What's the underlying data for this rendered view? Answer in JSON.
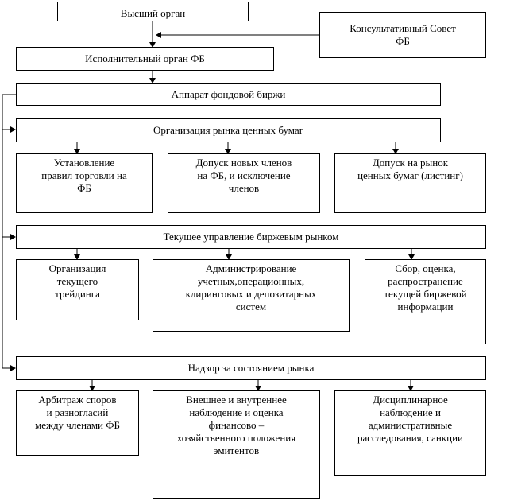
{
  "diagram": {
    "top_body": "Высший орган",
    "advisory_council": "Консультативный Совет\nФБ",
    "executive_body": "Исполнительный орган ФБ",
    "exchange_apparatus": "Аппарат фондовой биржи",
    "sections": [
      {
        "title": "Организация рынка ценных бумаг",
        "items": [
          "Установление\nправил торговли на\nФБ",
          "Допуск новых членов\nна ФБ, и исключение\nчленов",
          "Допуск на рынок\nценных бумаг (листинг)"
        ]
      },
      {
        "title": "Текущее управление биржевым рынком",
        "items": [
          "Организация\nтекущего\nтрейдинга",
          "Администрирование\nучетных,операционных,\nклиринговых и депозитарных\nсистем",
          "Сбор, оценка,\nраспространение\nтекущей биржевой\nинформации"
        ]
      },
      {
        "title": "Надзор за состоянием рынка",
        "items": [
          "Арбитраж споров\nи разногласий\nмежду членами ФБ",
          "Внешнее и внутреннее\nнаблюдение и оценка\nфинансово –\nхозяйственного положения\nэмитентов",
          "Дисциплинарное\nнаблюдение и\nадминистративные\nрасследования, санкции"
        ]
      }
    ]
  }
}
